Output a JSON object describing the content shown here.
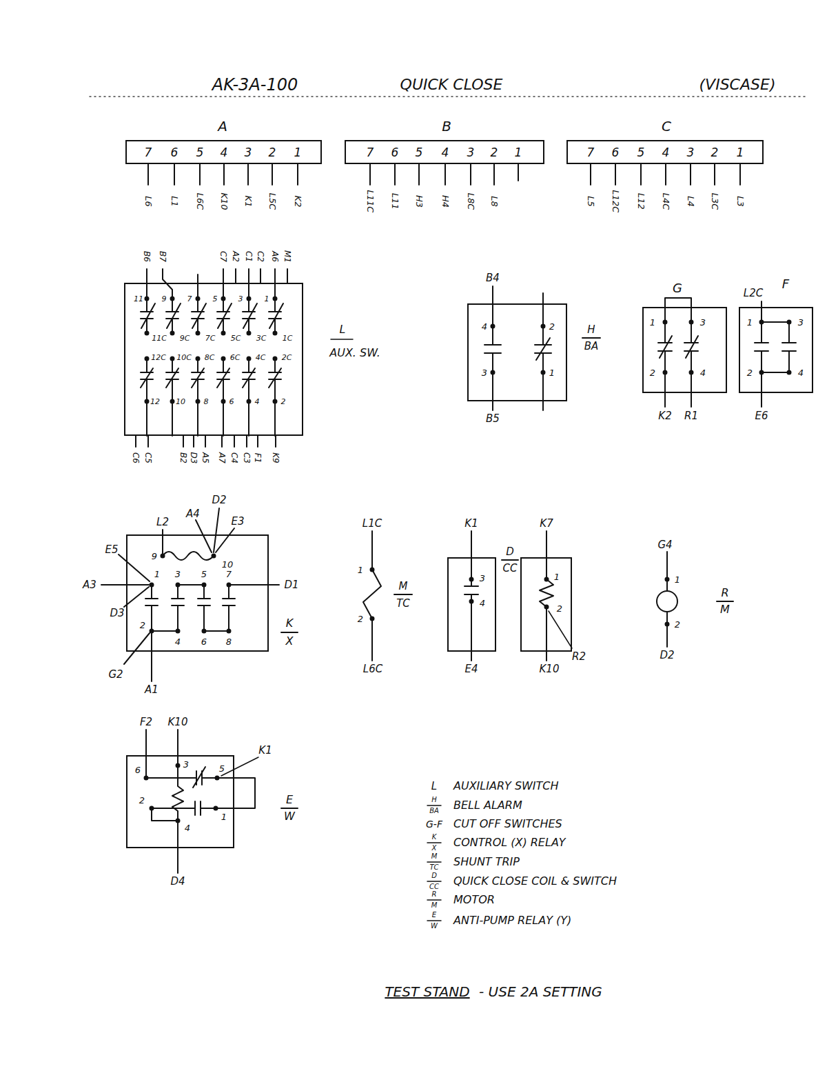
{
  "diagram": {
    "title": "AK-3A-100",
    "nodes": [
      {
        "text": [
          "A",
          "7",
          "6",
          "5",
          "4",
          "3",
          "2",
          "1"
        ]
      },
      {
        "text": [
          "B",
          "7",
          "6",
          "5",
          "4",
          "3",
          "2",
          "1"
        ]
      },
      {
        "text": [
          "C",
          "7",
          "6",
          "5",
          "4",
          "3",
          "2",
          "1"
        ]
      },
      {
        "text": [
          "L",
          "AUX. SW.",
          "11",
          "9",
          "7",
          "5",
          "3",
          "1",
          "11C",
          "9C",
          "7C",
          "5C",
          "3C",
          "1C",
          "12C",
          "10C",
          "8C",
          "6C",
          "4C",
          "2C",
          "12",
          "10",
          "8",
          "6",
          "4",
          "2"
        ]
      },
      {
        "text": [
          "H",
          "BA",
          "4",
          "2",
          "3",
          "1"
        ]
      },
      {
        "text": [
          "G",
          "1",
          "3",
          "2",
          "4"
        ]
      },
      {
        "text": [
          "F",
          "1",
          "3",
          "2",
          "4"
        ]
      },
      {
        "text": [
          "K",
          "X",
          "9",
          "10",
          "1",
          "3",
          "5",
          "7",
          "2",
          "4",
          "6",
          "8"
        ]
      },
      {
        "text": [
          "D",
          "CC",
          "3",
          "4"
        ]
      },
      {
        "text": [
          "1",
          "2"
        ]
      },
      {
        "text": [
          "R",
          "M"
        ]
      },
      {
        "text": [
          "E",
          "W",
          "3",
          "6",
          "5",
          "2",
          "4",
          "1"
        ]
      }
    ],
    "labels": [
      "QUICK CLOSE",
      "(VISCASE)",
      "L6",
      "L1",
      "L6C",
      "K10",
      "K1",
      "L5C",
      "K2",
      "L11C",
      "L11",
      "H3",
      "H4",
      "L8C",
      "L8",
      "L5",
      "L12C",
      "L12",
      "L4C",
      "L4",
      "L3C",
      "L3",
      "B6",
      "B7",
      "C7",
      "A2",
      "C1",
      "C2",
      "A6",
      "M1",
      "C6",
      "C5",
      "B2",
      "D3",
      "A5",
      "A7",
      "C4",
      "C3",
      "F1",
      "K9",
      "B4",
      "B5",
      "K2",
      "R1",
      "L2C",
      "E6",
      "L2",
      "A4",
      "D2",
      "E3",
      "E5",
      "A3",
      "D3",
      "D1",
      "G2",
      "A1",
      "L1C",
      "1",
      "2",
      "L6C",
      "M",
      "TC",
      "K1",
      "E4",
      "K7",
      "K10",
      "R2",
      "G4",
      "1",
      "2",
      "D2",
      "F2",
      "K10",
      "K1",
      "D4",
      "L",
      "H",
      "BA",
      "G-F",
      "K",
      "X",
      "M",
      "TC",
      "D",
      "CC",
      "R",
      "M",
      "E",
      "W",
      "TEST STAND",
      "- USE 2A SETTING"
    ],
    "legend": [
      {
        "text": "AUXILIARY SWITCH"
      },
      {
        "text": "BELL ALARM"
      },
      {
        "text": "CUT OFF SWITCHES"
      },
      {
        "text": "CONTROL (X) RELAY"
      },
      {
        "text": "SHUNT TRIP"
      },
      {
        "text": "QUICK CLOSE COIL & SWITCH"
      },
      {
        "text": "MOTOR"
      },
      {
        "text": "ANTI-PUMP RELAY (Y)"
      }
    ]
  }
}
